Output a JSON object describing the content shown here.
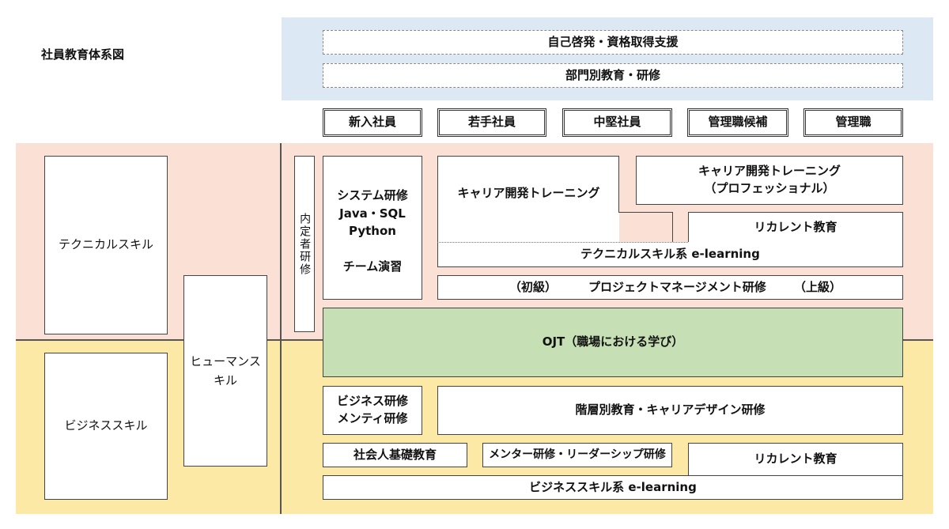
{
  "title": "社員教育体系図",
  "top": {
    "self_dev": "自己啓発・資格取得支援",
    "dept": "部門別教育・研修"
  },
  "levels": [
    "新入社員",
    "若手社員",
    "中堅社員",
    "管理職候補",
    "管理職"
  ],
  "skills": {
    "technical": "テクニカルスキル",
    "human": "ヒューマンスキル",
    "business": "ビジネススキル"
  },
  "programs": {
    "naitei": "内定者研修",
    "system_title": "システム研修",
    "system_lang": "Java・SQL",
    "system_py": "Python",
    "team": "チーム演習",
    "career_training": "キャリア開発トレーニング",
    "career_pro_1": "キャリア開発トレーニング",
    "career_pro_2": "（プロフェッショナル）",
    "recurrent_tech": "リカレント教育",
    "tech_elearning": "テクニカルスキル系 e-learning",
    "pm_basic": "（初級）",
    "pm_title": "プロジェクトマネージメント研修",
    "pm_adv": "（上級）",
    "ojt": "OJT（職場における学び）",
    "biz_training_1": "ビジネス研修",
    "biz_training_2": "メンティ研修",
    "tiered": "階層別教育・キャリアデザイン研修",
    "social": "社会人基礎教育",
    "mentor": "メンター研修・リーダーシップ研修",
    "recurrent_biz": "リカレント教育",
    "biz_elearning": "ビジネススキル系 e-learning"
  },
  "colors": {
    "top_band": "#dce9f5",
    "technical_band": "#fbe0d6",
    "business_band": "#fde9a6",
    "ojt": "#c6dfb4"
  }
}
